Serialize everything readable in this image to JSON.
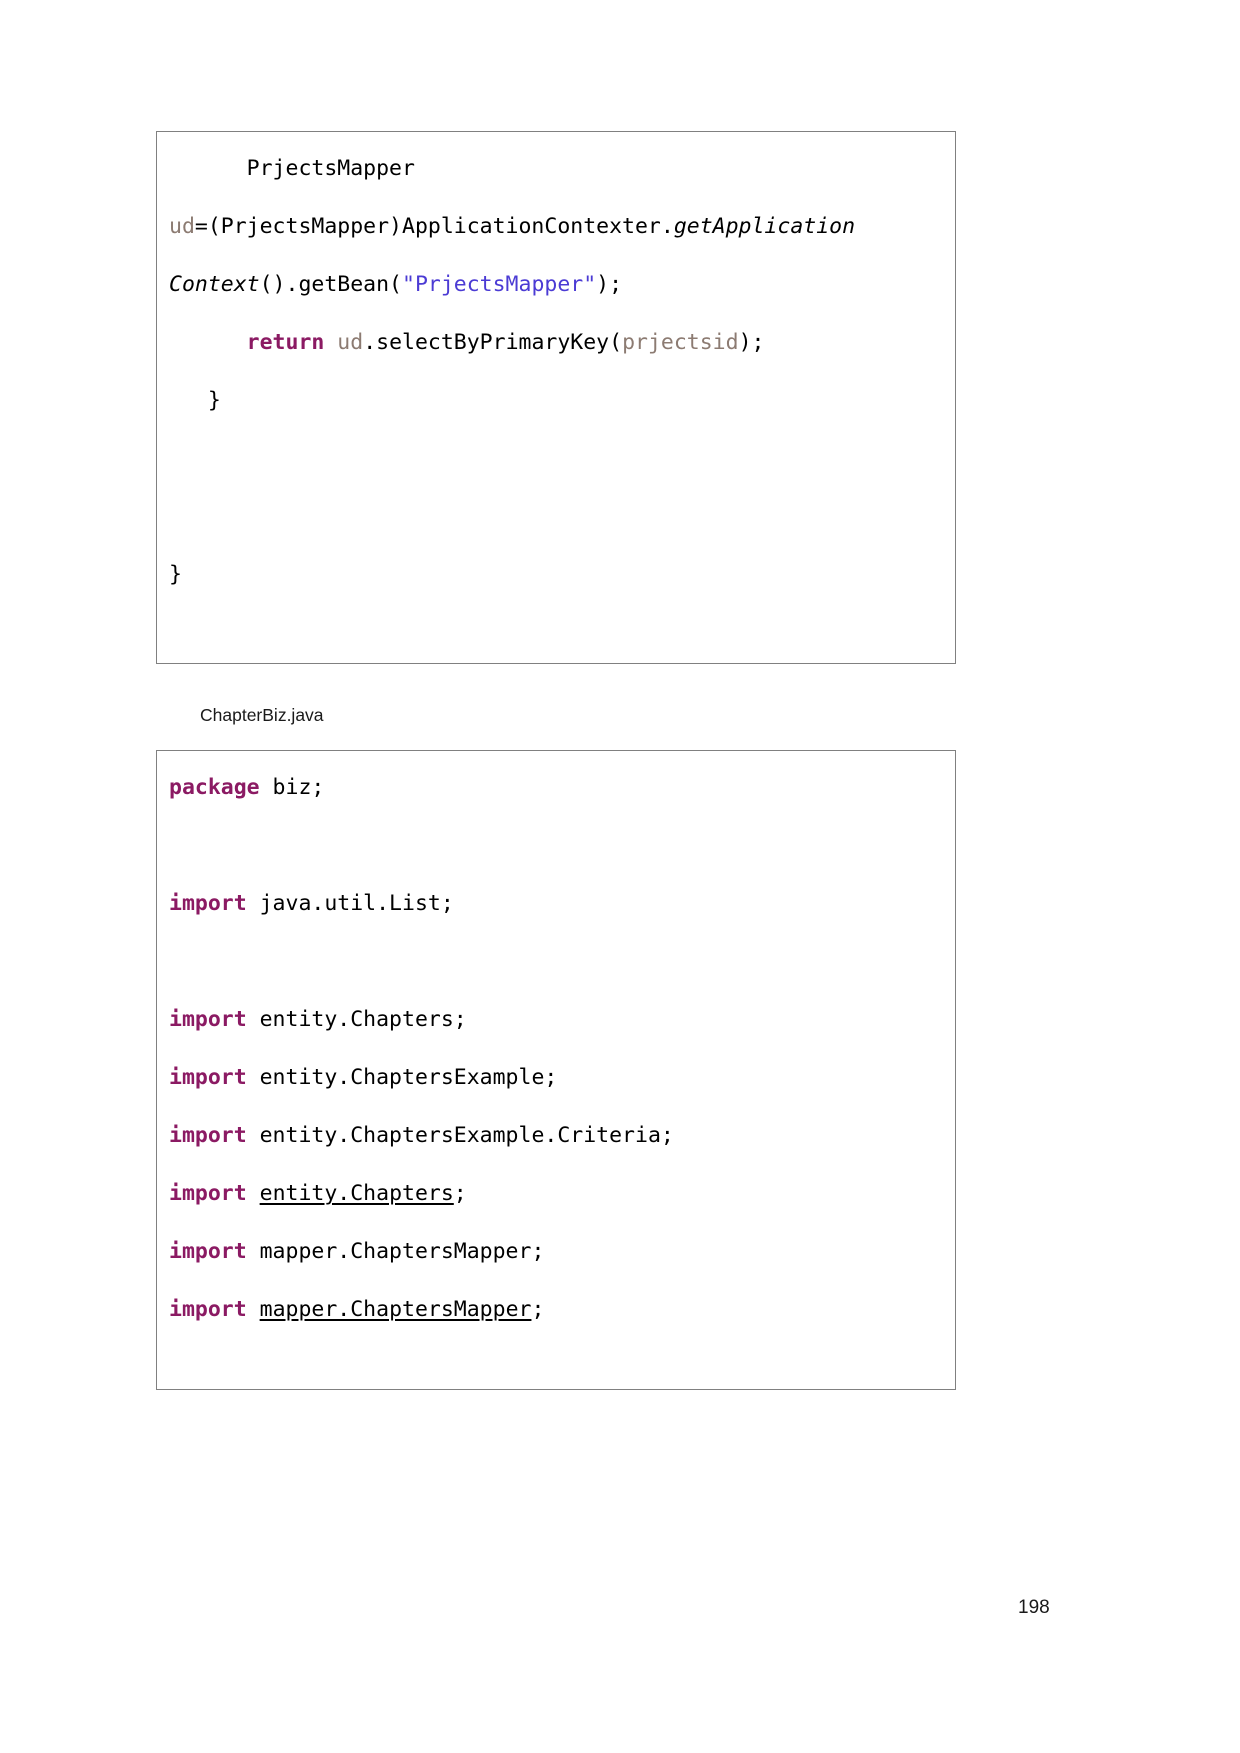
{
  "page": {
    "number": "198",
    "caption_chapterbiz": "ChapterBiz.java"
  },
  "colors": {
    "keyword": "#8B1A63",
    "string": "#4B3BD4",
    "variable": "#8C7B72",
    "text": "#000000",
    "box_border": "#808080",
    "background": "#FFFFFF"
  },
  "code_block_1": {
    "language": "java",
    "lines": [
      {
        "indent": "      ",
        "text": "PrjectsMapper"
      },
      {
        "indent": "",
        "text": "ud=(PrjectsMapper)ApplicationContexter.getApplication"
      },
      {
        "indent": "",
        "text": "Context().getBean(\"PrjectsMapper\");"
      },
      {
        "indent": "      ",
        "text": "return ud.selectByPrimaryKey(prjectsid);"
      },
      {
        "indent": "   ",
        "text": "}"
      },
      {
        "indent": "",
        "text": ""
      },
      {
        "indent": "",
        "text": ""
      },
      {
        "indent": "",
        "text": "}"
      }
    ],
    "tokens": {
      "l1_type": "PrjectsMapper",
      "l2_var": "ud",
      "l2_eq": "=(PrjectsMapper)ApplicationContexter.",
      "l2_italic": "getApplication",
      "l3_italic": "Context",
      "l3_call": "().getBean(",
      "l3_string": "\"PrjectsMapper\"",
      "l3_tail": ");",
      "l4_keyword": "return",
      "l4_var": "ud",
      "l4_method": ".selectByPrimaryKey(",
      "l4_arg": "prjectsid",
      "l4_tail": ");",
      "l5_brace": "}",
      "l8_brace": "}"
    }
  },
  "code_block_2": {
    "language": "java",
    "lines": [
      {
        "keyword": "package",
        "rest": " biz;",
        "underline": false
      },
      {
        "keyword": "",
        "rest": "",
        "underline": false
      },
      {
        "keyword": "import",
        "rest": " java.util.List;",
        "underline": false
      },
      {
        "keyword": "",
        "rest": "",
        "underline": false
      },
      {
        "keyword": "import",
        "rest": " entity.Chapters;",
        "underline": false
      },
      {
        "keyword": "import",
        "rest": " entity.ChaptersExample;",
        "underline": false
      },
      {
        "keyword": "import",
        "rest": " entity.ChaptersExample.Criteria;",
        "underline": false
      },
      {
        "keyword": "import",
        "rest": " entity.Chapters;",
        "underline": true,
        "underline_text": "entity.Chapters"
      },
      {
        "keyword": "import",
        "rest": " mapper.ChaptersMapper;",
        "underline": false
      },
      {
        "keyword": "import",
        "rest": " mapper.ChaptersMapper;",
        "underline": true,
        "underline_text": "mapper.ChaptersMapper"
      }
    ]
  }
}
